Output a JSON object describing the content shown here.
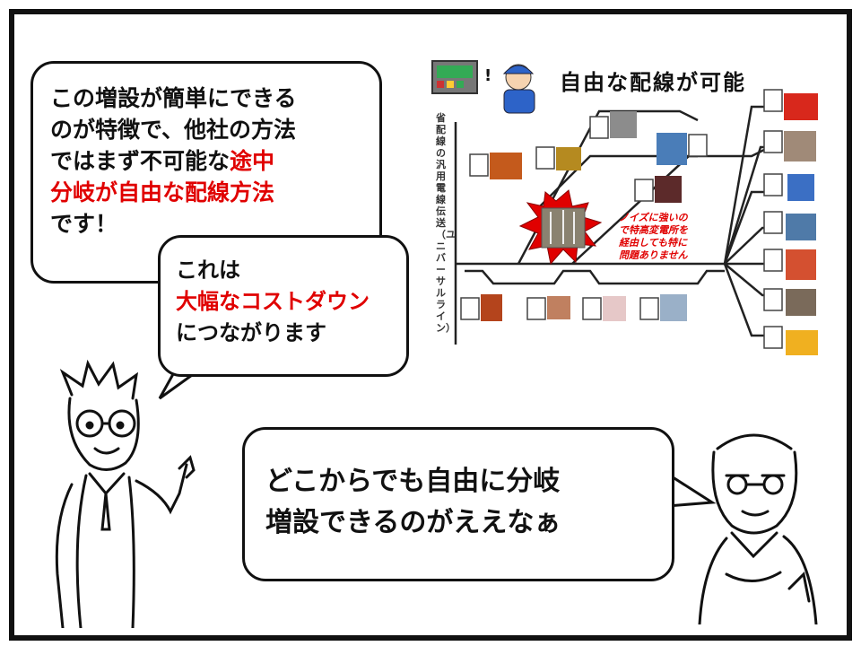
{
  "bubble_left": {
    "line1": "この増設が簡単にできる",
    "line2": "のが特徴で、他社の方法",
    "line3_a": "ではまず不可能な",
    "line3_b": "途中",
    "line4": "分岐が自由な配線方法",
    "line5": "です！"
  },
  "bubble_middle": {
    "line1": "これは",
    "line2": "大幅なコストダウン",
    "line3": "につながります"
  },
  "bubble_right": {
    "line1": "どこからでも自由に分岐",
    "line2": "増設できるのがええなぁ"
  },
  "diagram": {
    "title": "自由な配線が可能",
    "vertical_label": "省配線の汎用電線伝送（ユニバーサルライン）",
    "noise_line1": "ノイズに強いの",
    "noise_line2": "で特高変電所を",
    "noise_line3": "経由しても特に",
    "noise_line4": "問題ありません"
  },
  "colors": {
    "accent_red": "#e00000",
    "ink": "#111111"
  }
}
